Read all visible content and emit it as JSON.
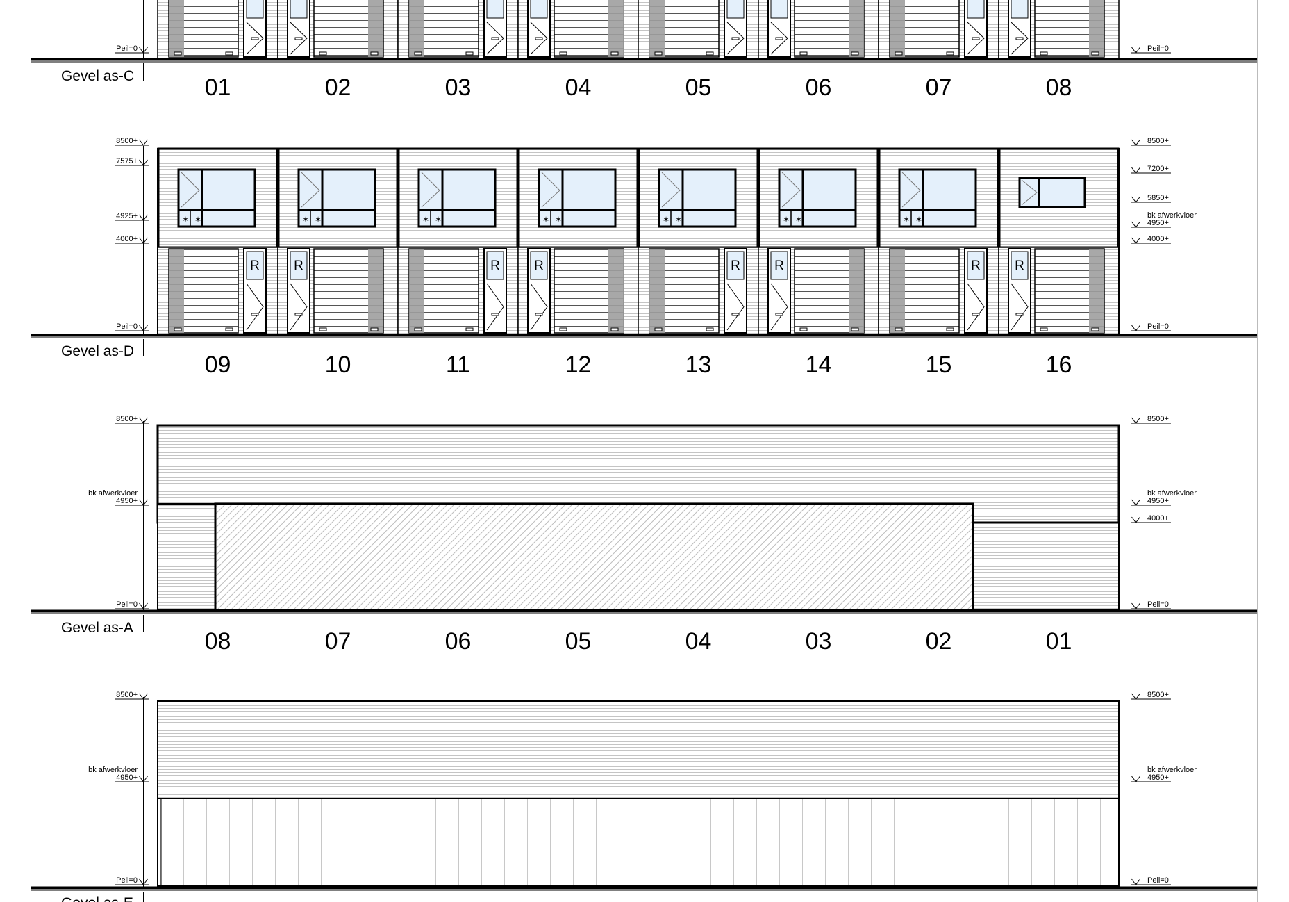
{
  "elevations": [
    {
      "id": "C",
      "caption": "Gevel as-C",
      "units": [
        "01",
        "02",
        "03",
        "04",
        "05",
        "06",
        "07",
        "08"
      ],
      "left_levels": [
        "Peil=0"
      ],
      "right_levels": [
        "Peil=0"
      ]
    },
    {
      "id": "D",
      "caption": "Gevel as-D",
      "units": [
        "09",
        "10",
        "11",
        "12",
        "13",
        "14",
        "15",
        "16"
      ],
      "left_levels": [
        "8500+",
        "7575+",
        "4925+",
        "4000+",
        "Peil=0"
      ],
      "right_levels": [
        "8500+",
        "7200+",
        "5850+",
        "bk afwerkvloer",
        "4950+",
        "4000+",
        "Peil=0"
      ],
      "door_label": "R"
    },
    {
      "id": "A",
      "caption": "Gevel as-A",
      "units": [
        "08",
        "07",
        "06",
        "05",
        "04",
        "03",
        "02",
        "01"
      ],
      "left_levels": [
        "8500+",
        "bk afwerkvloer",
        "4950+",
        "Peil=0"
      ],
      "right_levels": [
        "8500+",
        "bk afwerkvloer",
        "4950+",
        "4000+",
        "Peil=0"
      ]
    },
    {
      "id": "E",
      "caption": "Gevel as-E",
      "units": [],
      "left_levels": [
        "8500+",
        "bk afwerkvloer",
        "4950+",
        "Peil=0"
      ],
      "right_levels": [
        "8500+",
        "bk afwerkvloer",
        "4950+",
        "Peil=0"
      ]
    }
  ],
  "colors": {
    "glass": "#e4f0fb",
    "shade": "#9e9e9e",
    "line": "#000000",
    "hatch": "#b8b8b8"
  }
}
